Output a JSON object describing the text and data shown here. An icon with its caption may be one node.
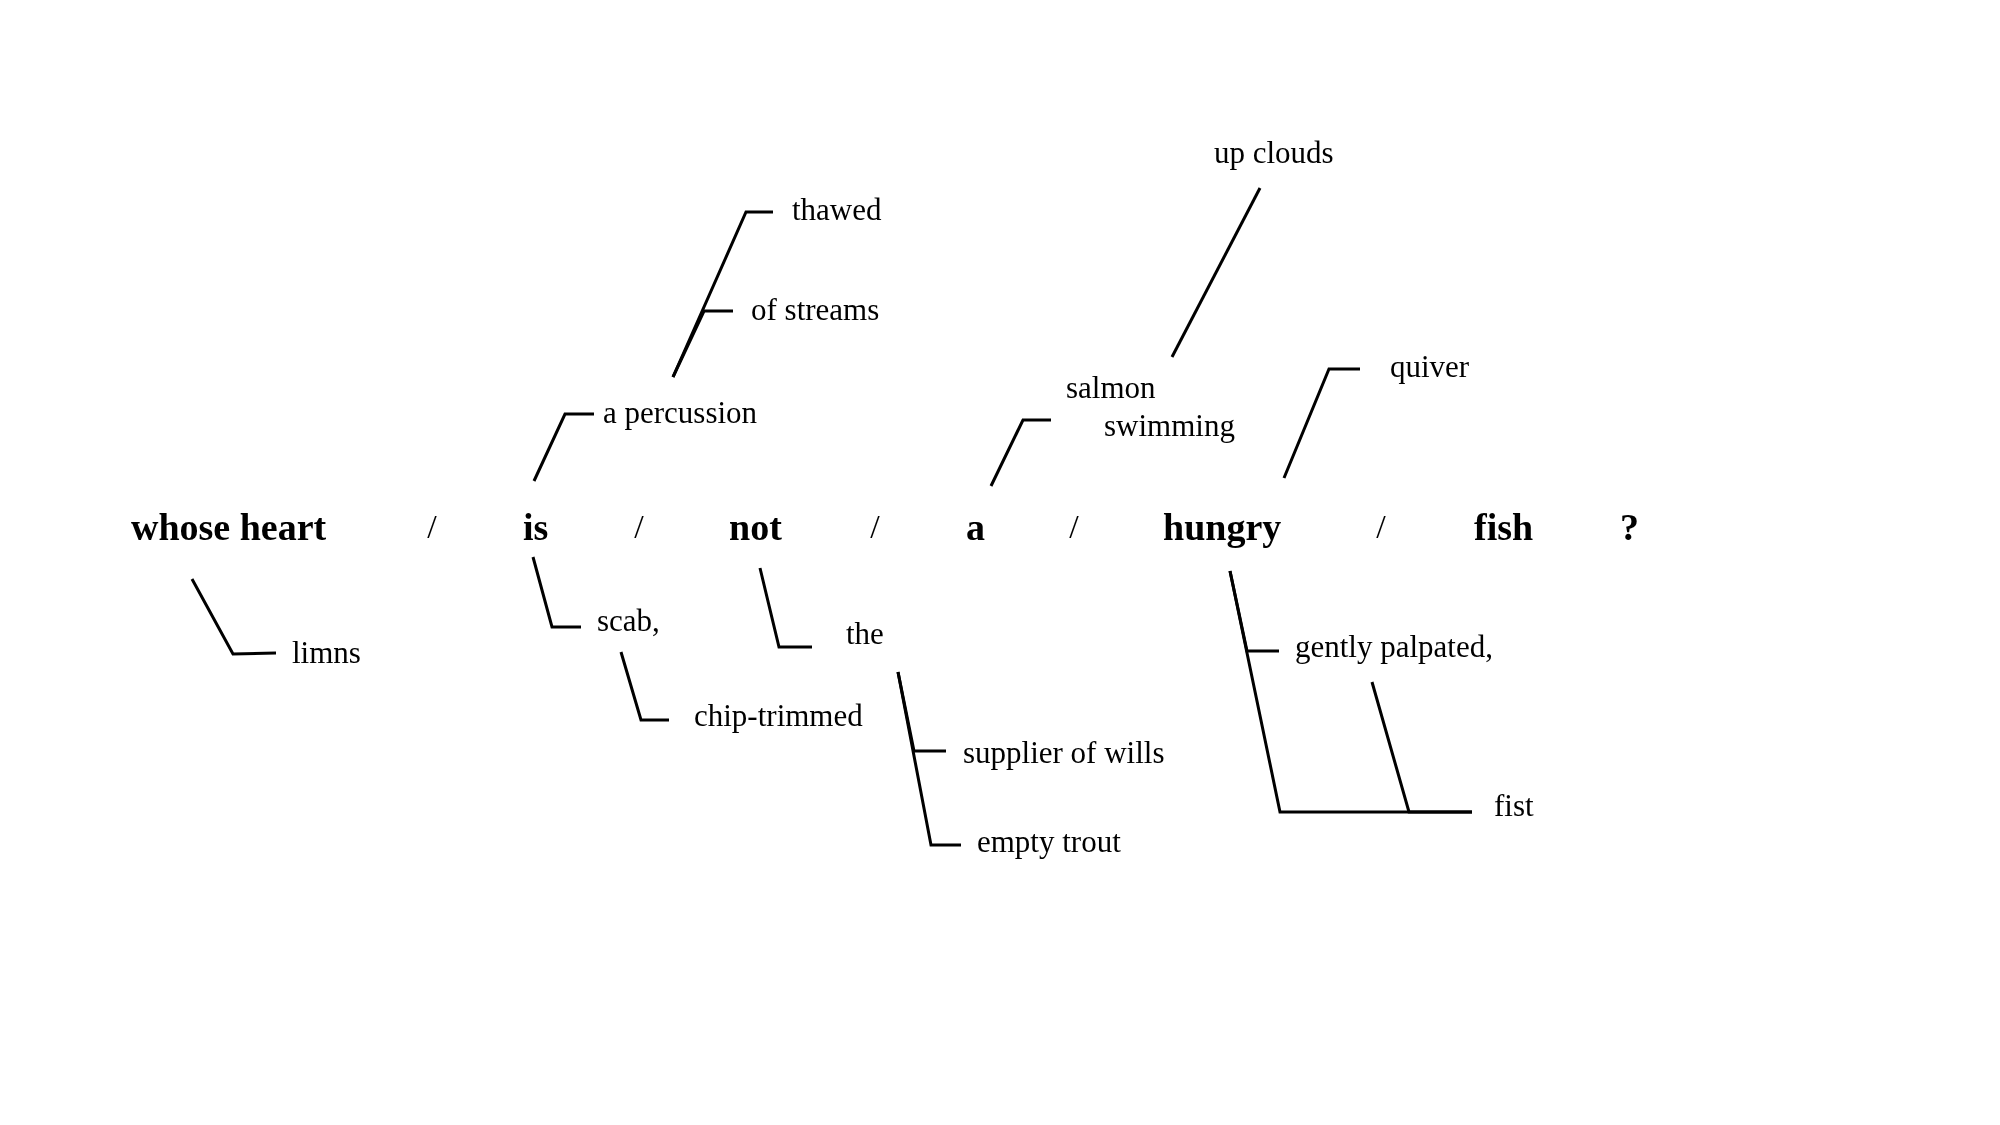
{
  "diagram": {
    "nodes": [
      {
        "text": [
          "whose heart"
        ]
      },
      {
        "text": [
          "is"
        ]
      },
      {
        "text": [
          "not"
        ]
      },
      {
        "text": [
          "a"
        ]
      },
      {
        "text": [
          "hungry"
        ]
      },
      {
        "text": [
          "fish"
        ]
      },
      {
        "text": [
          "?"
        ]
      },
      {
        "text": [
          "up clouds"
        ]
      },
      {
        "text": [
          "thawed"
        ]
      },
      {
        "text": [
          "of streams"
        ]
      },
      {
        "text": [
          "quiver"
        ]
      },
      {
        "text": [
          "a percussion"
        ]
      },
      {
        "text": [
          "salmon swimming"
        ]
      },
      {
        "text": [
          "limns"
        ]
      },
      {
        "text": [
          "scab,"
        ]
      },
      {
        "text": [
          "the"
        ]
      },
      {
        "text": [
          "gently palpated,"
        ]
      },
      {
        "text": [
          "chip-trimmed"
        ]
      },
      {
        "text": [
          "supplier of wills"
        ]
      },
      {
        "text": [
          "fist"
        ]
      },
      {
        "text": [
          "empty trout"
        ]
      }
    ],
    "edges": [
      {
        "from": 1,
        "to": 11,
        "arrow": "none"
      },
      {
        "from": 11,
        "to": 8,
        "arrow": "none"
      },
      {
        "from": 11,
        "to": 9,
        "arrow": "none"
      },
      {
        "from": 3,
        "to": 12,
        "arrow": "none"
      },
      {
        "from": 12,
        "to": 7,
        "arrow": "none"
      },
      {
        "from": 4,
        "to": 10,
        "arrow": "none"
      },
      {
        "from": 0,
        "to": 13,
        "arrow": "none"
      },
      {
        "from": 1,
        "to": 14,
        "arrow": "none"
      },
      {
        "from": 14,
        "to": 17,
        "arrow": "none"
      },
      {
        "from": 2,
        "to": 15,
        "arrow": "none"
      },
      {
        "from": 15,
        "to": 18,
        "arrow": "none"
      },
      {
        "from": 15,
        "to": 20,
        "arrow": "none"
      },
      {
        "from": 4,
        "to": 16,
        "arrow": "none"
      },
      {
        "from": 4,
        "to": 19,
        "arrow": "none"
      },
      {
        "from": 16,
        "to": 19,
        "arrow": "none"
      }
    ],
    "labels": [
      "/",
      "/",
      "/",
      "/",
      "/"
    ]
  }
}
